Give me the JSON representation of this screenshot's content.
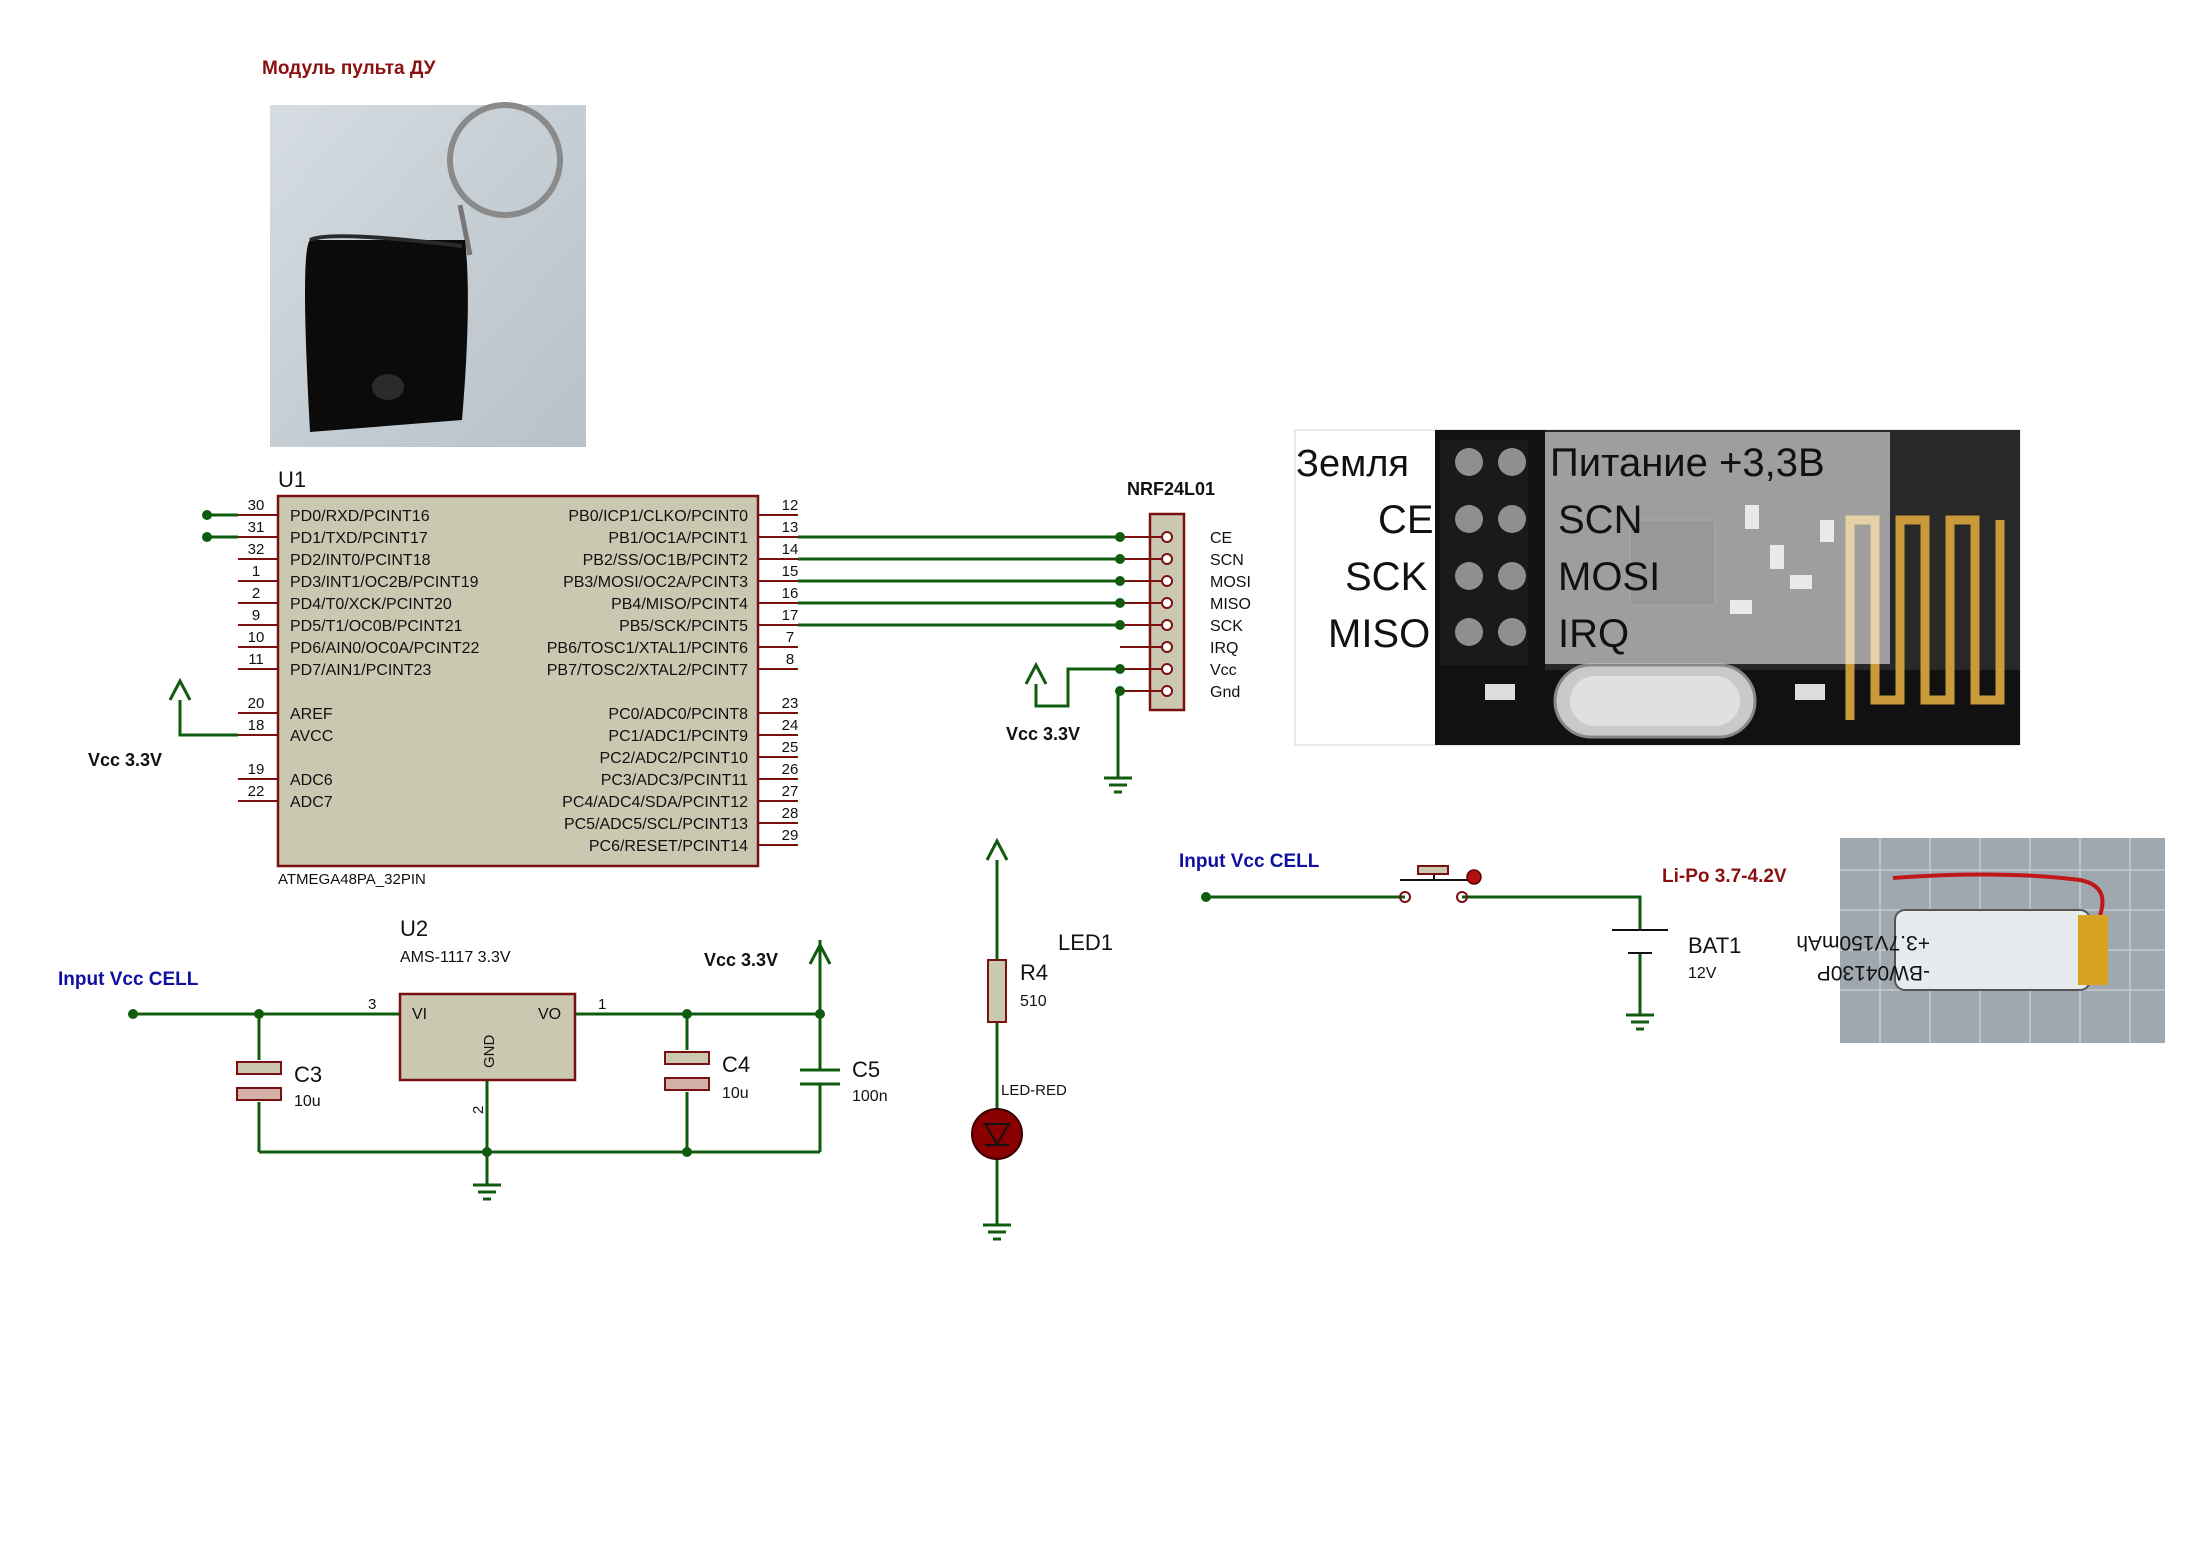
{
  "title": "Модуль пульта ДУ",
  "colors": {
    "wire": "#0f5c0f",
    "body": "#cbc8b2",
    "outline": "#7a1010",
    "label_red": "#8b1010",
    "label_blue": "#1010a0"
  },
  "u1": {
    "ref": "U1",
    "part": "ATMEGA48PA_32PIN",
    "left_pins": [
      {
        "num": "30",
        "name": "PD0/RXD/PCINT16"
      },
      {
        "num": "31",
        "name": "PD1/TXD/PCINT17"
      },
      {
        "num": "32",
        "name": "PD2/INT0/PCINT18"
      },
      {
        "num": "1",
        "name": "PD3/INT1/OC2B/PCINT19"
      },
      {
        "num": "2",
        "name": "PD4/T0/XCK/PCINT20"
      },
      {
        "num": "9",
        "name": "PD5/T1/OC0B/PCINT21"
      },
      {
        "num": "10",
        "name": "PD6/AIN0/OC0A/PCINT22"
      },
      {
        "num": "11",
        "name": "PD7/AIN1/PCINT23"
      },
      {
        "num": "20",
        "name": "AREF"
      },
      {
        "num": "18",
        "name": "AVCC"
      },
      {
        "num": "19",
        "name": "ADC6"
      },
      {
        "num": "22",
        "name": "ADC7"
      }
    ],
    "right_pins": [
      {
        "num": "12",
        "name": "PB0/ICP1/CLKO/PCINT0"
      },
      {
        "num": "13",
        "name": "PB1/OC1A/PCINT1"
      },
      {
        "num": "14",
        "name": "PB2/SS/OC1B/PCINT2"
      },
      {
        "num": "15",
        "name": "PB3/MOSI/OC2A/PCINT3"
      },
      {
        "num": "16",
        "name": "PB4/MISO/PCINT4"
      },
      {
        "num": "17",
        "name": "PB5/SCK/PCINT5"
      },
      {
        "num": "7",
        "name": "PB6/TOSC1/XTAL1/PCINT6"
      },
      {
        "num": "8",
        "name": "PB7/TOSC2/XTAL2/PCINT7"
      },
      {
        "num": "23",
        "name": "PC0/ADC0/PCINT8"
      },
      {
        "num": "24",
        "name": "PC1/ADC1/PCINT9"
      },
      {
        "num": "25",
        "name": "PC2/ADC2/PCINT10"
      },
      {
        "num": "26",
        "name": "PC3/ADC3/PCINT11"
      },
      {
        "num": "27",
        "name": "PC4/ADC4/SDA/PCINT12"
      },
      {
        "num": "28",
        "name": "PC5/ADC5/SCL/PCINT13"
      },
      {
        "num": "29",
        "name": "PC6/RESET/PCINT14"
      }
    ]
  },
  "nrf": {
    "title": "NRF24L01",
    "pins": [
      "CE",
      "SCN",
      "MOSI",
      "MISO",
      "SCK",
      "IRQ",
      "Vcc",
      "Gnd"
    ],
    "vcc_label": "Vcc 3.3V"
  },
  "vcc_left": "Vcc 3.3V",
  "u2": {
    "ref": "U2",
    "part": "AMS-1117 3.3V",
    "vi": "VI",
    "vo": "VO",
    "gnd": "GND",
    "pin_vi": "3",
    "pin_vo": "1",
    "pin_gnd": "2"
  },
  "input_left": "Input Vcc CELL",
  "vcc_reg": "Vcc 3.3V",
  "c3": {
    "ref": "C3",
    "val": "10u"
  },
  "c4": {
    "ref": "C4",
    "val": "10u"
  },
  "c5": {
    "ref": "C5",
    "val": "100n"
  },
  "led1": {
    "ref": "LED1",
    "part": "LED-RED"
  },
  "r4": {
    "ref": "R4",
    "val": "510"
  },
  "input_right": "Input Vcc CELL",
  "lipo": "Li-Po 3.7-4.2V",
  "bat": {
    "ref": "BAT1",
    "val": "12V"
  },
  "nrf_photo": {
    "labels_left": [
      "Земля",
      "CE",
      "SCK",
      "MISO"
    ],
    "labels_right": [
      "Питание +3,3В",
      "SCN",
      "MOSI",
      "IRQ"
    ]
  },
  "battery_photo": {
    "line1": "-BW04130P",
    "line2": "+3.7V150mAh"
  }
}
